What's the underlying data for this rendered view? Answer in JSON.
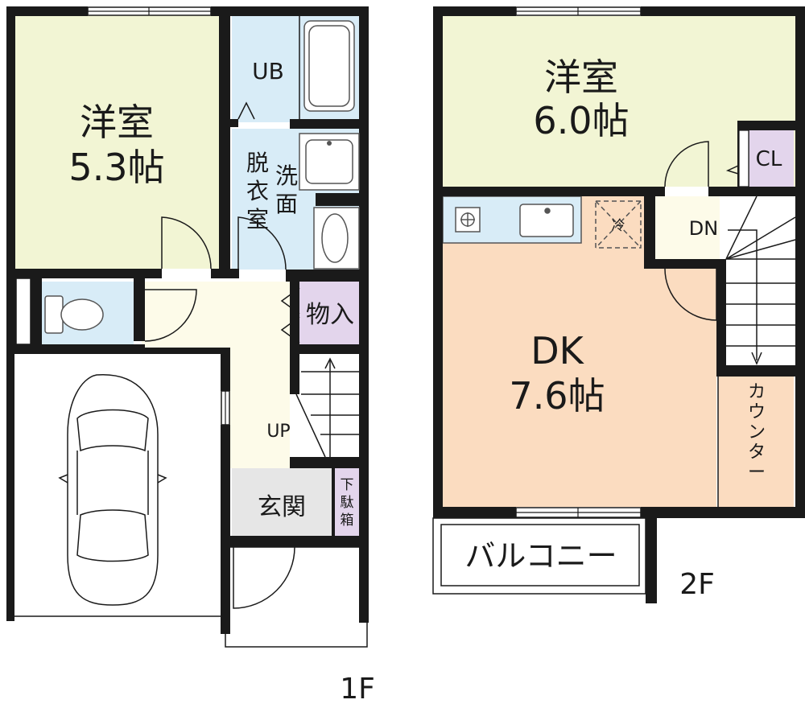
{
  "floors": {
    "first": {
      "label": "1F",
      "rooms": {
        "western_room": {
          "name": "洋室",
          "size": "5.3帖"
        },
        "bath": {
          "name": "UB"
        },
        "washroom_a": "脱衣室",
        "washroom_b": "洗面",
        "storage": "物入",
        "stairs": "UP",
        "entrance": "玄関",
        "shoe_box": "下駄箱"
      }
    },
    "second": {
      "label": "2F",
      "rooms": {
        "western_room": {
          "name": "洋室",
          "size": "6.0帖"
        },
        "closet": "CL",
        "dining_kitchen": {
          "name": "DK",
          "size": "7.6帖"
        },
        "stairs": "DN",
        "counter": "カウンター",
        "balcony": "バルコニー",
        "fridge": "冷"
      }
    }
  },
  "colors": {
    "western_room": "#f2f5d4",
    "wet_area": "#d8ecf7",
    "hall": "#fdfbe9",
    "storage": "#e3d5ec",
    "entrance": "#e6e6e6",
    "dining_kitchen": "#fbdcc0",
    "wall": "#1a1a1a"
  }
}
